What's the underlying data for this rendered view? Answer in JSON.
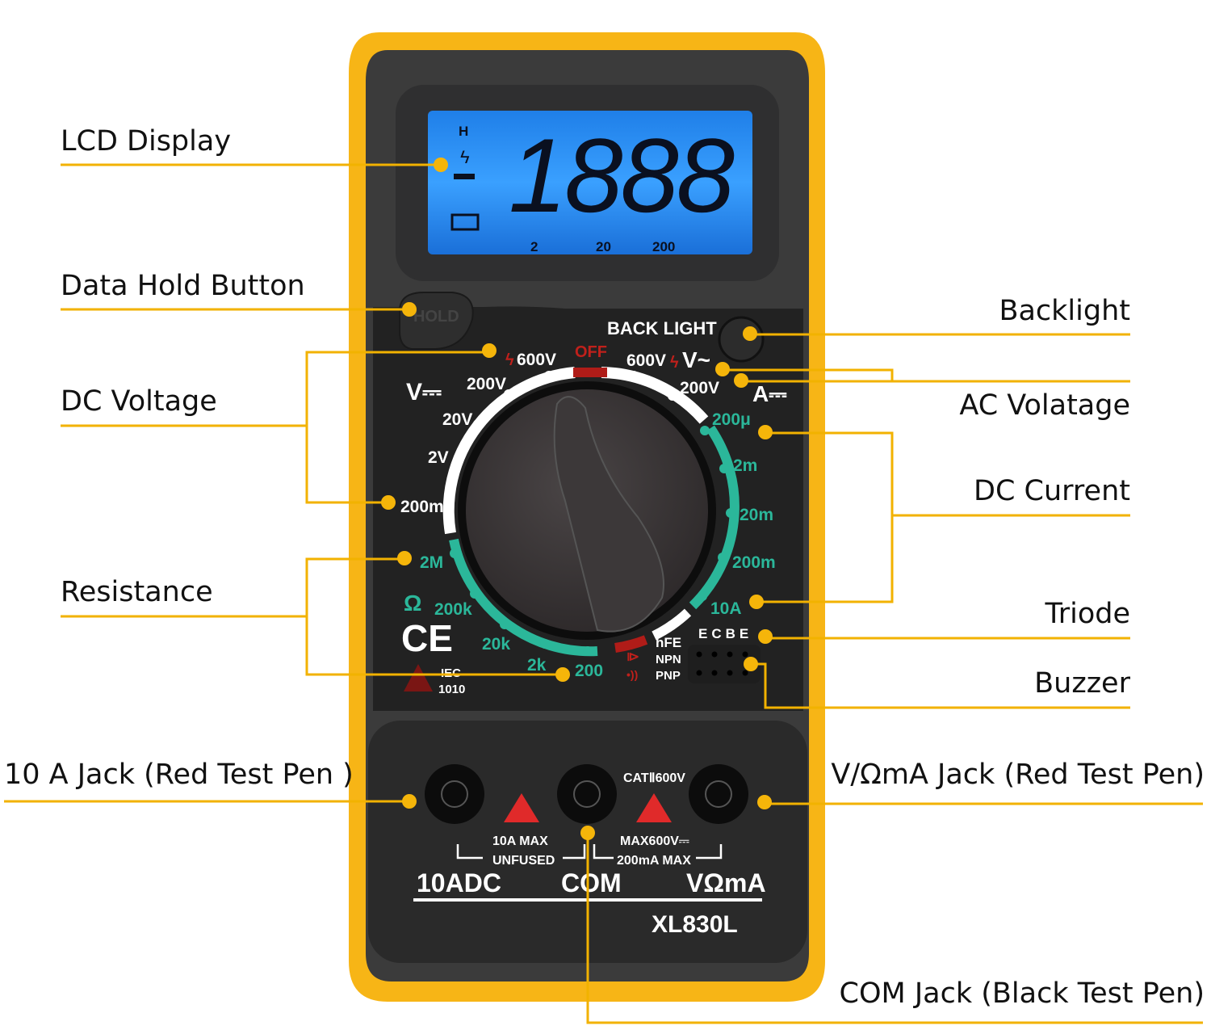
{
  "callouts": {
    "lcd_display": "LCD Display",
    "data_hold": "Data Hold Button",
    "dc_voltage": "DC Voltage",
    "resistance": "Resistance",
    "jack_10a": "10 A Jack (Red Test Pen )",
    "backlight": "Backlight",
    "ac_voltage": "AC Volatage",
    "dc_current": "DC Current",
    "triode": "Triode",
    "buzzer": "Buzzer",
    "jack_vohm": "V/ΩmA Jack (Red Test Pen)",
    "jack_com": "COM Jack (Black Test Pen)"
  },
  "lcd": {
    "digits": "1888",
    "hold_flag": "H",
    "ranges": [
      "2",
      "20",
      "200"
    ]
  },
  "device": {
    "hold_button": "HOLD",
    "backlight_label": "BACK LIGHT",
    "off_label": "OFF",
    "dcv_symbol": "V⎓",
    "acv_symbol": "V~",
    "dca_symbol": "A⎓",
    "ohm_symbol": "Ω",
    "ce_mark": "CE",
    "iec": [
      "IEC",
      "1010"
    ],
    "dcv_ranges": [
      "600V",
      "200V",
      "20V",
      "2V",
      "200m"
    ],
    "acv_ranges": [
      "600V",
      "200V"
    ],
    "dca_ranges": [
      "200μ",
      "2m",
      "20m",
      "200m",
      "10A"
    ],
    "ohm_ranges": [
      "2M",
      "200k",
      "20k",
      "2k",
      "200"
    ],
    "hfe": [
      "hFE",
      "NPN",
      "PNP"
    ],
    "transistor_pins": "ECBE",
    "cat_rating": "CATⅡ600V",
    "warn_left": [
      "10A  MAX",
      "UNFUSED"
    ],
    "warn_right": [
      "MAX600V⎓",
      "200mA  MAX"
    ],
    "jacks": [
      "10ADC",
      "COM",
      "VΩmA"
    ],
    "model": "XL830L"
  },
  "colors": {
    "body_yellow": "#f7b516",
    "lcd_blue": "#2b8ff0",
    "accent_line": "#f2b200",
    "ohm_green": "#2bb79a",
    "warning_red": "#c0201b"
  }
}
